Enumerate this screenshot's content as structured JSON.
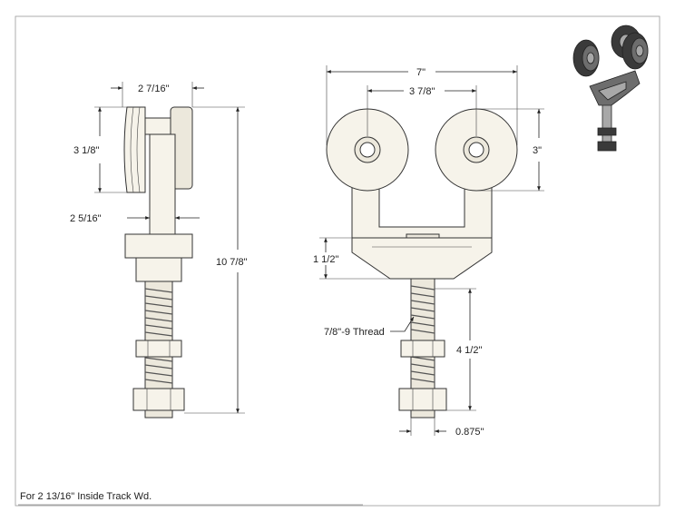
{
  "dimensions": {
    "side_width": "2 7/16\"",
    "wheel_height": "3 1/8\"",
    "bracket_width": "2 5/16\"",
    "overall_height": "10 7/8\"",
    "overall_width": "7\"",
    "wheel_spacing": "3 7/8\"",
    "wheel_diameter": "3\"",
    "bracket_depth": "1 1/2\"",
    "thread_spec": "7/8\"-9 Thread",
    "bolt_length": "4 1/2\"",
    "bolt_diameter": "0.875\""
  },
  "footnote": "For 2 13/16\" Inside Track Wd."
}
